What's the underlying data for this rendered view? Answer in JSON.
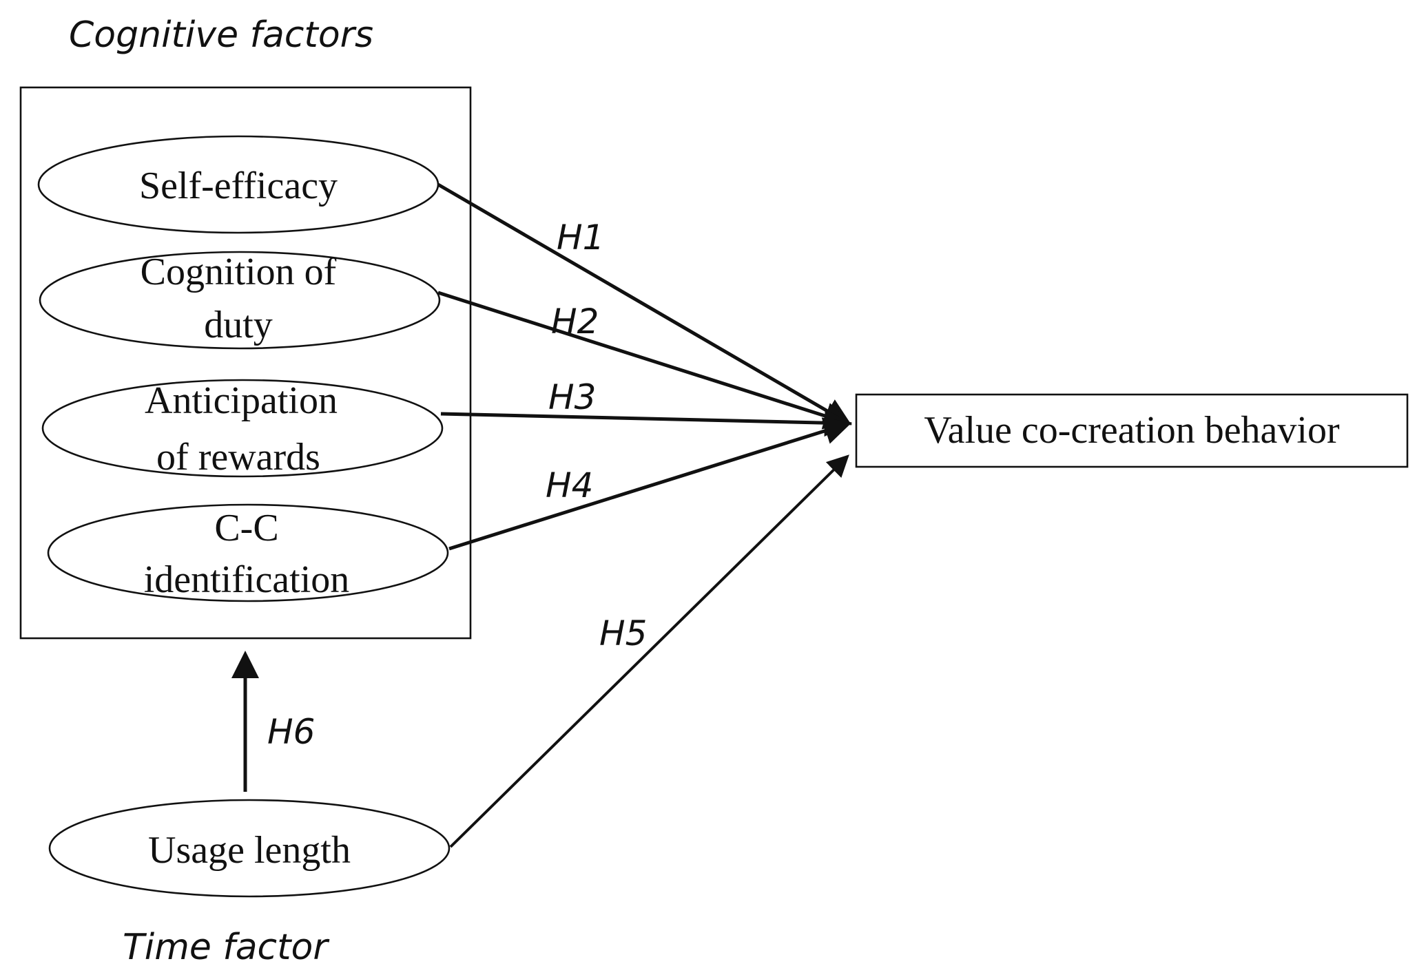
{
  "groups": {
    "cognitive_label": "Cognitive factors",
    "time_label": "Time factor"
  },
  "nodes": {
    "self_efficacy": [
      "Self-efficacy"
    ],
    "cognition_of_duty": [
      "Cognition of",
      "duty"
    ],
    "anticipation_of_rewards": [
      "Anticipation",
      "of rewards"
    ],
    "cc_identification": [
      "C-C",
      "identification"
    ],
    "usage_length": [
      "Usage length"
    ],
    "value_cocreation": [
      "Value co-creation behavior"
    ]
  },
  "edges": {
    "h1": "H1",
    "h2": "H2",
    "h3": "H3",
    "h4": "H4",
    "h5": "H5",
    "h6": "H6"
  }
}
